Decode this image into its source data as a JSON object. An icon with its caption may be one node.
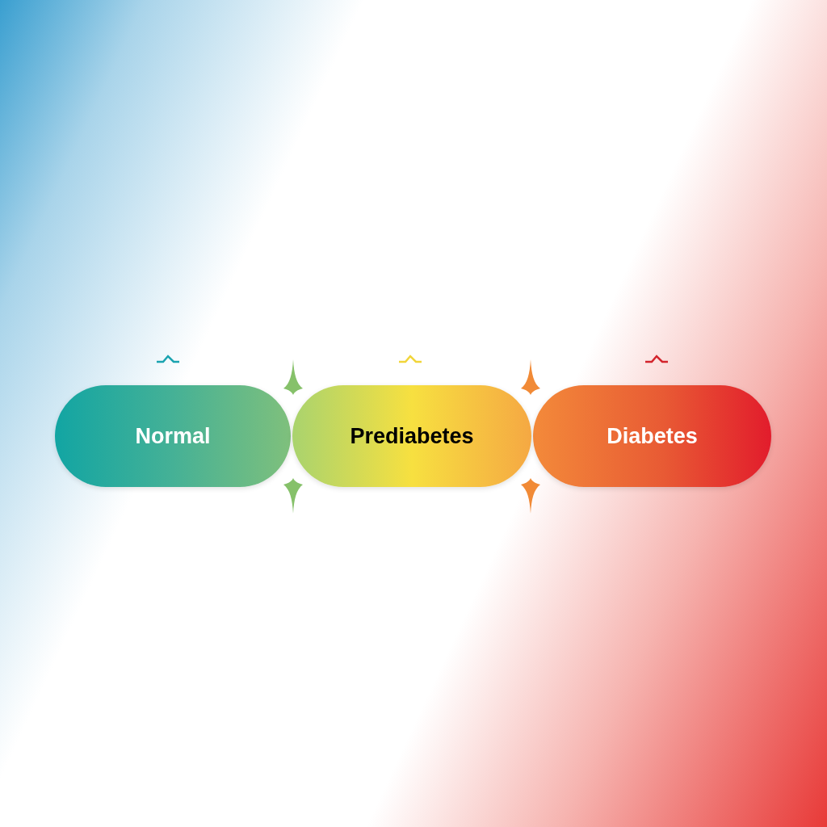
{
  "diagram": {
    "nodes": [
      {
        "text": [
          "Normal"
        ]
      },
      {
        "text": [
          "Prediabetes"
        ]
      },
      {
        "text": [
          "Diabetes"
        ]
      }
    ]
  }
}
